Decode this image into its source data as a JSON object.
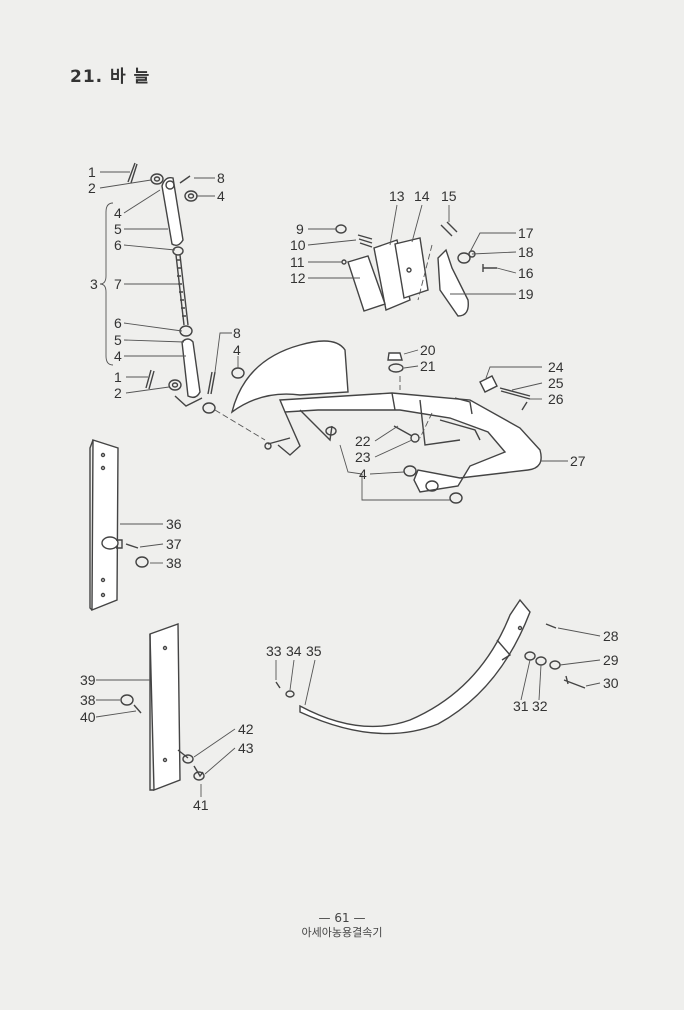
{
  "section_title": "21. 바 늘",
  "callouts": [
    "1",
    "2",
    "3",
    "4",
    "5",
    "6",
    "7",
    "8",
    "9",
    "10",
    "11",
    "12",
    "13",
    "14",
    "15",
    "16",
    "17",
    "18",
    "19",
    "20",
    "21",
    "22",
    "23",
    "24",
    "25",
    "26",
    "27",
    "28",
    "29",
    "30",
    "31",
    "32",
    "33",
    "34",
    "35",
    "36",
    "37",
    "38",
    "39",
    "40",
    "41",
    "42",
    "43"
  ],
  "footer": {
    "page_number": "— 61 —",
    "publisher": "아세아농용결속기"
  }
}
